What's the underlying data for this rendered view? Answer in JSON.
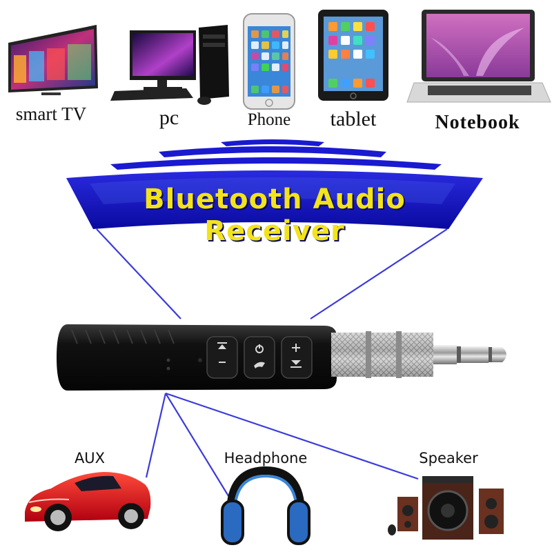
{
  "sources": [
    {
      "id": "smart-tv",
      "label": "smart TV"
    },
    {
      "id": "pc",
      "label": "pc"
    },
    {
      "id": "phone",
      "label": "Phone"
    },
    {
      "id": "tablet",
      "label": "tablet"
    },
    {
      "id": "notebook",
      "label": "Notebook"
    }
  ],
  "banner": {
    "title": "Bluetooth Audio Receiver",
    "fill_color": "#1414c8",
    "text_color": "#f2e31a"
  },
  "outputs": [
    {
      "id": "aux",
      "label": "AUX"
    },
    {
      "id": "headphone",
      "label": "Headphone"
    },
    {
      "id": "speaker",
      "label": "Speaker"
    }
  ],
  "device": {
    "body_color": "#111111",
    "line_color": "#3a3adc"
  }
}
